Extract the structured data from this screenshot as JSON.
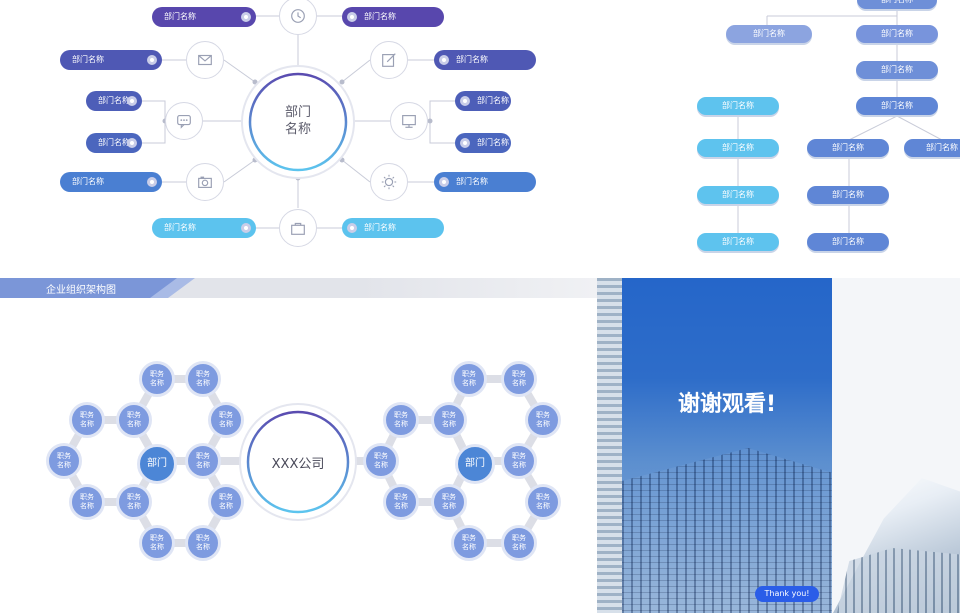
{
  "panel_top_left": {
    "center_label": "部门\n名称",
    "center_line1": "部门",
    "center_line2": "名称",
    "pill_label": "部门名称",
    "icons": [
      "clock-icon",
      "mail-icon",
      "edit-icon",
      "chat-icon",
      "monitor-icon",
      "camera-icon",
      "sun-icon",
      "bag-icon"
    ]
  },
  "panel_top_right": {
    "node_label": "部门名称"
  },
  "panel_bottom_left": {
    "title": "企业组织架构图",
    "center_label": "XXX公司",
    "hub_label": "部门",
    "node_label_line1": "职务",
    "node_label_line2": "名称"
  },
  "panel_bottom_right": {
    "headline": "谢谢观看!",
    "button_label": "Thank you!"
  },
  "colors": {
    "purple": "#5a4bb0",
    "indigo": "#4c5bb8",
    "blue": "#4a79d0",
    "sky": "#5cc4ee",
    "tree_blue": "#6e8fd8",
    "tree_sky": "#5ec3ee"
  }
}
